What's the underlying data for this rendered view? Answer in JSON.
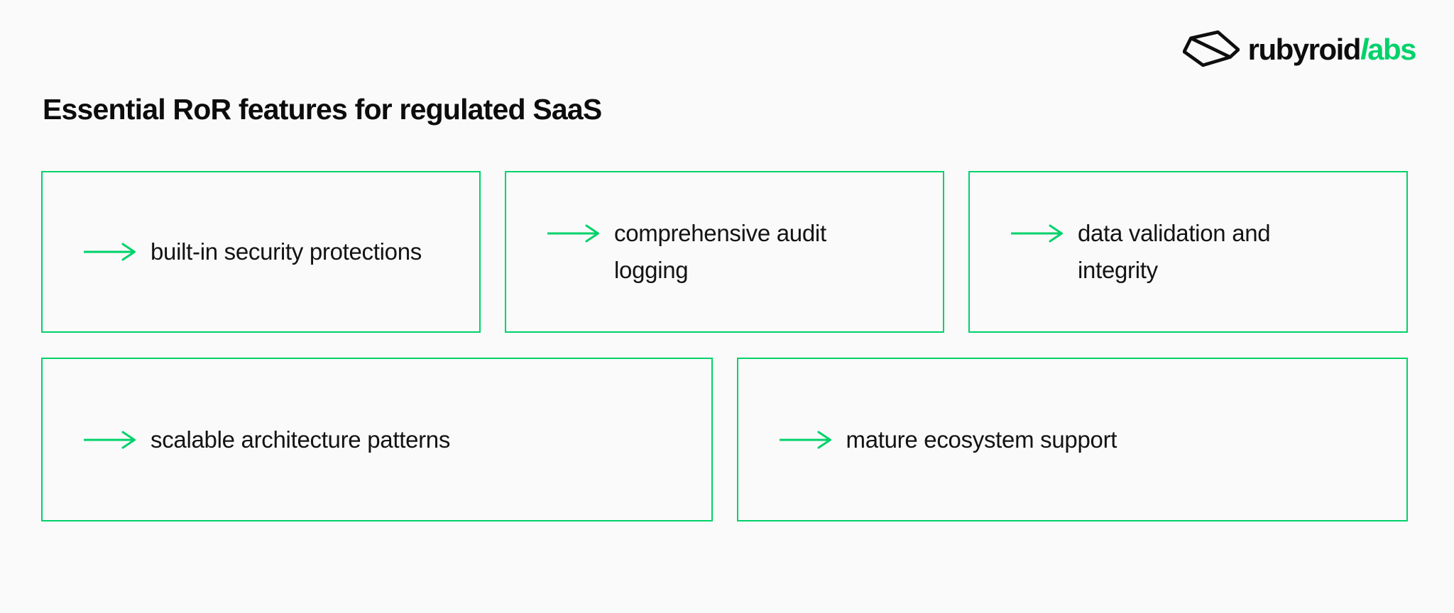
{
  "colors": {
    "background": "#fafafa",
    "accent_green": "#00d26a",
    "text": "#111111"
  },
  "logo": {
    "icon": "origami-gem-icon",
    "brand_black": "rubyroid",
    "brand_green": "labs"
  },
  "title": "Essential RoR features for regulated SaaS",
  "icons": {
    "bullet": "arrow-right-icon"
  },
  "features": [
    {
      "label": "built-in security protections"
    },
    {
      "label": "comprehensive audit logging"
    },
    {
      "label": "data validation and integrity"
    },
    {
      "label": "scalable architecture patterns"
    },
    {
      "label": "mature ecosystem support"
    }
  ]
}
